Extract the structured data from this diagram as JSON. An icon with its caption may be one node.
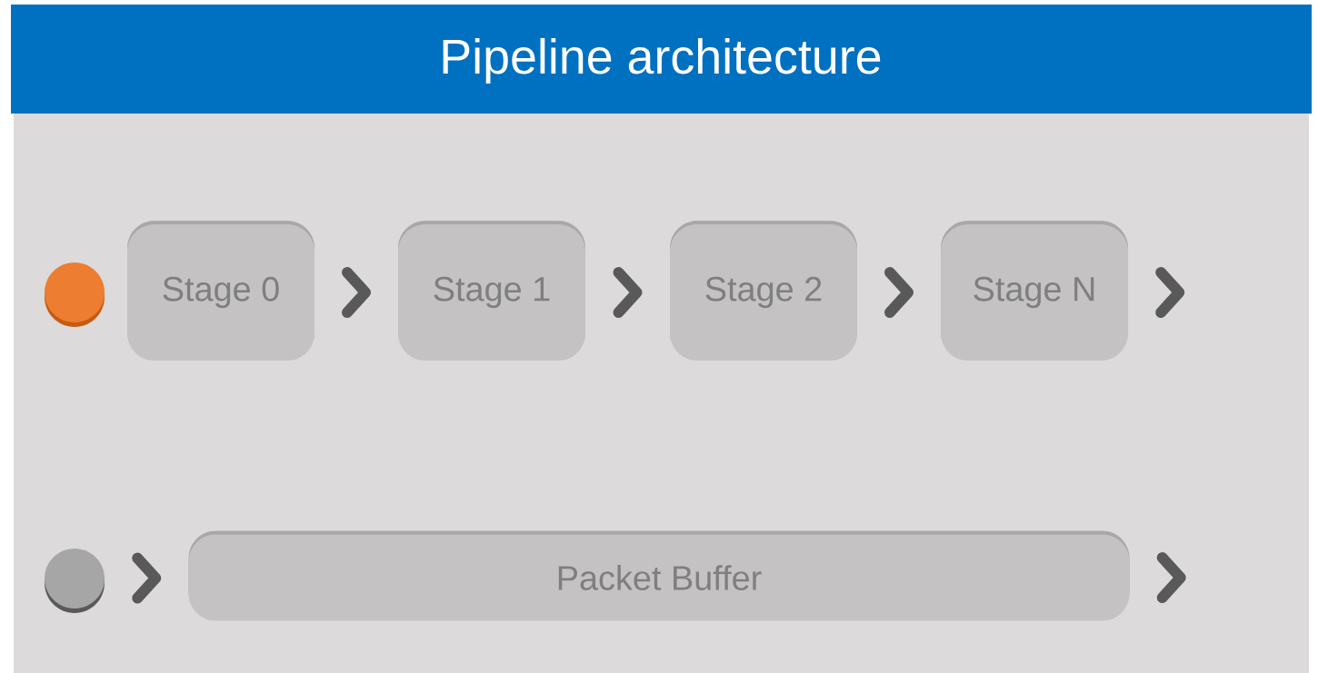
{
  "diagram": {
    "title": "Pipeline architecture",
    "nodes": [
      {
        "text": [],
        "shape": "circle"
      },
      {
        "text": [
          "Stage 0"
        ]
      },
      {
        "text": [
          "Stage 1"
        ]
      },
      {
        "text": [
          "Stage 2"
        ]
      },
      {
        "text": [
          "Stage N"
        ]
      },
      {
        "text": [],
        "shape": "circle"
      },
      {
        "text": [
          "Packet Buffer"
        ]
      }
    ],
    "edges": [
      {
        "from": 1,
        "to": 2,
        "arrow": "to"
      },
      {
        "from": 2,
        "to": 3,
        "arrow": "to"
      },
      {
        "from": 3,
        "to": 4,
        "arrow": "to"
      },
      {
        "from": 4,
        "to": null,
        "arrow": "to"
      },
      {
        "from": 5,
        "to": 6,
        "arrow": "to"
      },
      {
        "from": 6,
        "to": null,
        "arrow": "to"
      }
    ]
  }
}
